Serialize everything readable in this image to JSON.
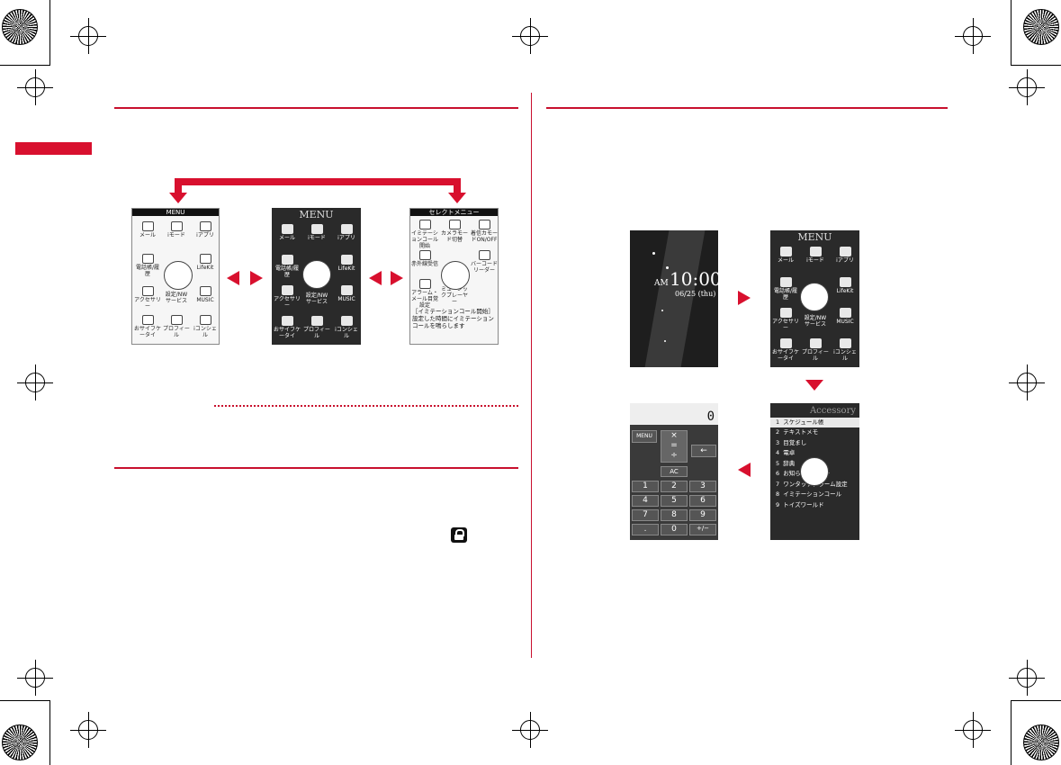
{
  "left_shots": {
    "menu_light": {
      "title": "MENU",
      "items": [
        "メール",
        "iモード",
        "iアプリ",
        "電話帳/履歴",
        "LifeKit",
        "アクセサリー",
        "設定/NWサービス",
        "MUSIC",
        "おサイフケータイ",
        "プロフィール",
        "iコンシェル"
      ]
    },
    "menu_dark": {
      "title": "MENU",
      "items": [
        "メール",
        "iモード",
        "iアプリ",
        "電話帳/履歴",
        "LifeKit",
        "アクセサリー",
        "設定/NWサービス",
        "MUSIC",
        "おサイフケータイ",
        "プロフィール",
        "iコンシェル"
      ]
    },
    "select_menu": {
      "title": "セレクトメニュー",
      "items": [
        "イミテーションコール開始",
        "カメラモード切替",
        "着信カモードON/OFF",
        "赤外線受信",
        "バーコードリーダー",
        "アラーム・メール目覚設定",
        "ミュージックプレーヤー"
      ],
      "desc_line1": "［イミテーションコール開始］",
      "desc_line2": "設定した時間にイミテーション",
      "desc_line3": "コールを鳴らします"
    }
  },
  "right_shots": {
    "standby": {
      "ampm": "AM",
      "time": "10:00",
      "date": "06/25 (thu)"
    },
    "menu": {
      "title": "MENU",
      "items": [
        "メール",
        "iモード",
        "iアプリ",
        "電話帳/履歴",
        "LifeKit",
        "アクセサリー",
        "設定/NWサービス",
        "MUSIC",
        "おサイフケータイ",
        "プロフィール",
        "iコンシェル"
      ]
    },
    "accessory": {
      "title": "Accessory",
      "items": [
        {
          "no": "1",
          "label": "スケジュール帳"
        },
        {
          "no": "2",
          "label": "テキストメモ"
        },
        {
          "no": "3",
          "label": "目覚まし"
        },
        {
          "no": "4",
          "label": "電卓"
        },
        {
          "no": "5",
          "label": "辞典"
        },
        {
          "no": "6",
          "label": "お知らせタイマー"
        },
        {
          "no": "7",
          "label": "ワンタッチアラーム設定"
        },
        {
          "no": "8",
          "label": "イミテーションコール"
        },
        {
          "no": "9",
          "label": "トイズワールド"
        }
      ]
    },
    "calculator": {
      "display": "0",
      "menu_key": "MENU",
      "ac_key": "AC",
      "keys": [
        "1",
        "2",
        "3",
        "4",
        "5",
        "6",
        "7",
        "8",
        "9",
        ".",
        "0",
        "+/−"
      ]
    }
  },
  "colors": {
    "accent": "#c8102e"
  },
  "icons": {
    "lock": "lock-icon"
  }
}
